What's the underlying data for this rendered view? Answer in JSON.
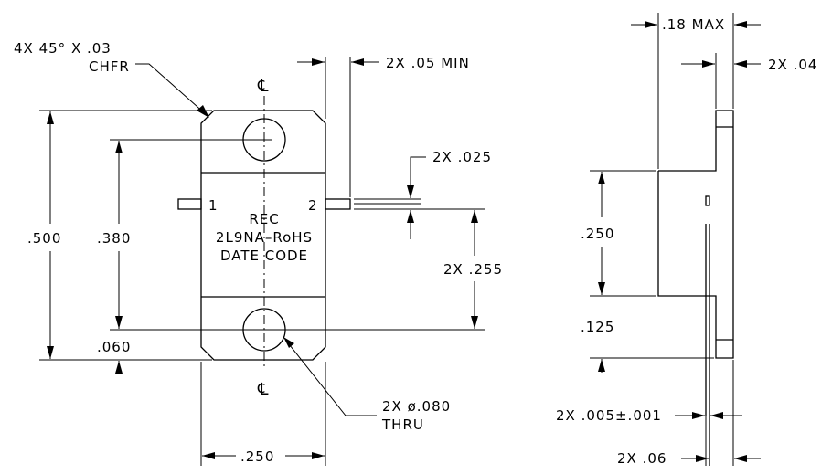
{
  "labels": {
    "chamfer_line1": "4X  45°  X  .03",
    "chamfer_line2": "CHFR",
    "centerline_symbol": "℄",
    "lead_gap": "2X  .05  MIN",
    "lead_thickness": "2X  .025",
    "pin1": "1",
    "pin2": "2",
    "marking_line1": "REC",
    "marking_line2": "2L9NA–RoHS",
    "marking_line3": "DATE  CODE",
    "dim_height_total": ".500",
    "dim_hole_spacing": ".380",
    "dim_lead_to_hole": "2X  .255",
    "dim_hole_edge": ".060",
    "hole_diameter_line1": "2X  ø.080",
    "hole_diameter_line2": "THRU",
    "dim_width": ".250",
    "side_max_thickness": ".18  MAX",
    "side_lead_width": "2X  .04",
    "side_dim_250": ".250",
    "side_dim_125": ".125",
    "side_lead_thickness": "2X  .005±.001",
    "side_lead_length": "2X  .06"
  }
}
